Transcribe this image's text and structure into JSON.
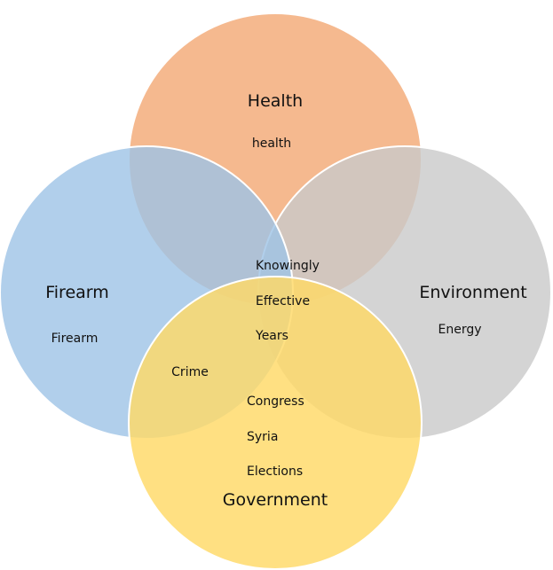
{
  "diagram": {
    "sets": [
      {
        "id": "health",
        "title": "Health",
        "color": "#F4B183",
        "opacity": 0.9
      },
      {
        "id": "environment",
        "title": "Environment",
        "color": "#C9C9C9",
        "opacity": 0.8
      },
      {
        "id": "firearm",
        "title": "Firearm",
        "color": "#9DC3E6",
        "opacity": 0.8
      },
      {
        "id": "government",
        "title": "Government",
        "color": "#FFD966",
        "opacity": 0.82
      }
    ],
    "terms": {
      "health": "health",
      "environment": "Energy",
      "firearm": "Firearm",
      "center_1": "Knowingly",
      "center_2": "Effective",
      "center_3": "Years",
      "firearm_government": "Crime",
      "government_1": "Congress",
      "government_2": "Syria",
      "government_3": "Elections"
    }
  }
}
